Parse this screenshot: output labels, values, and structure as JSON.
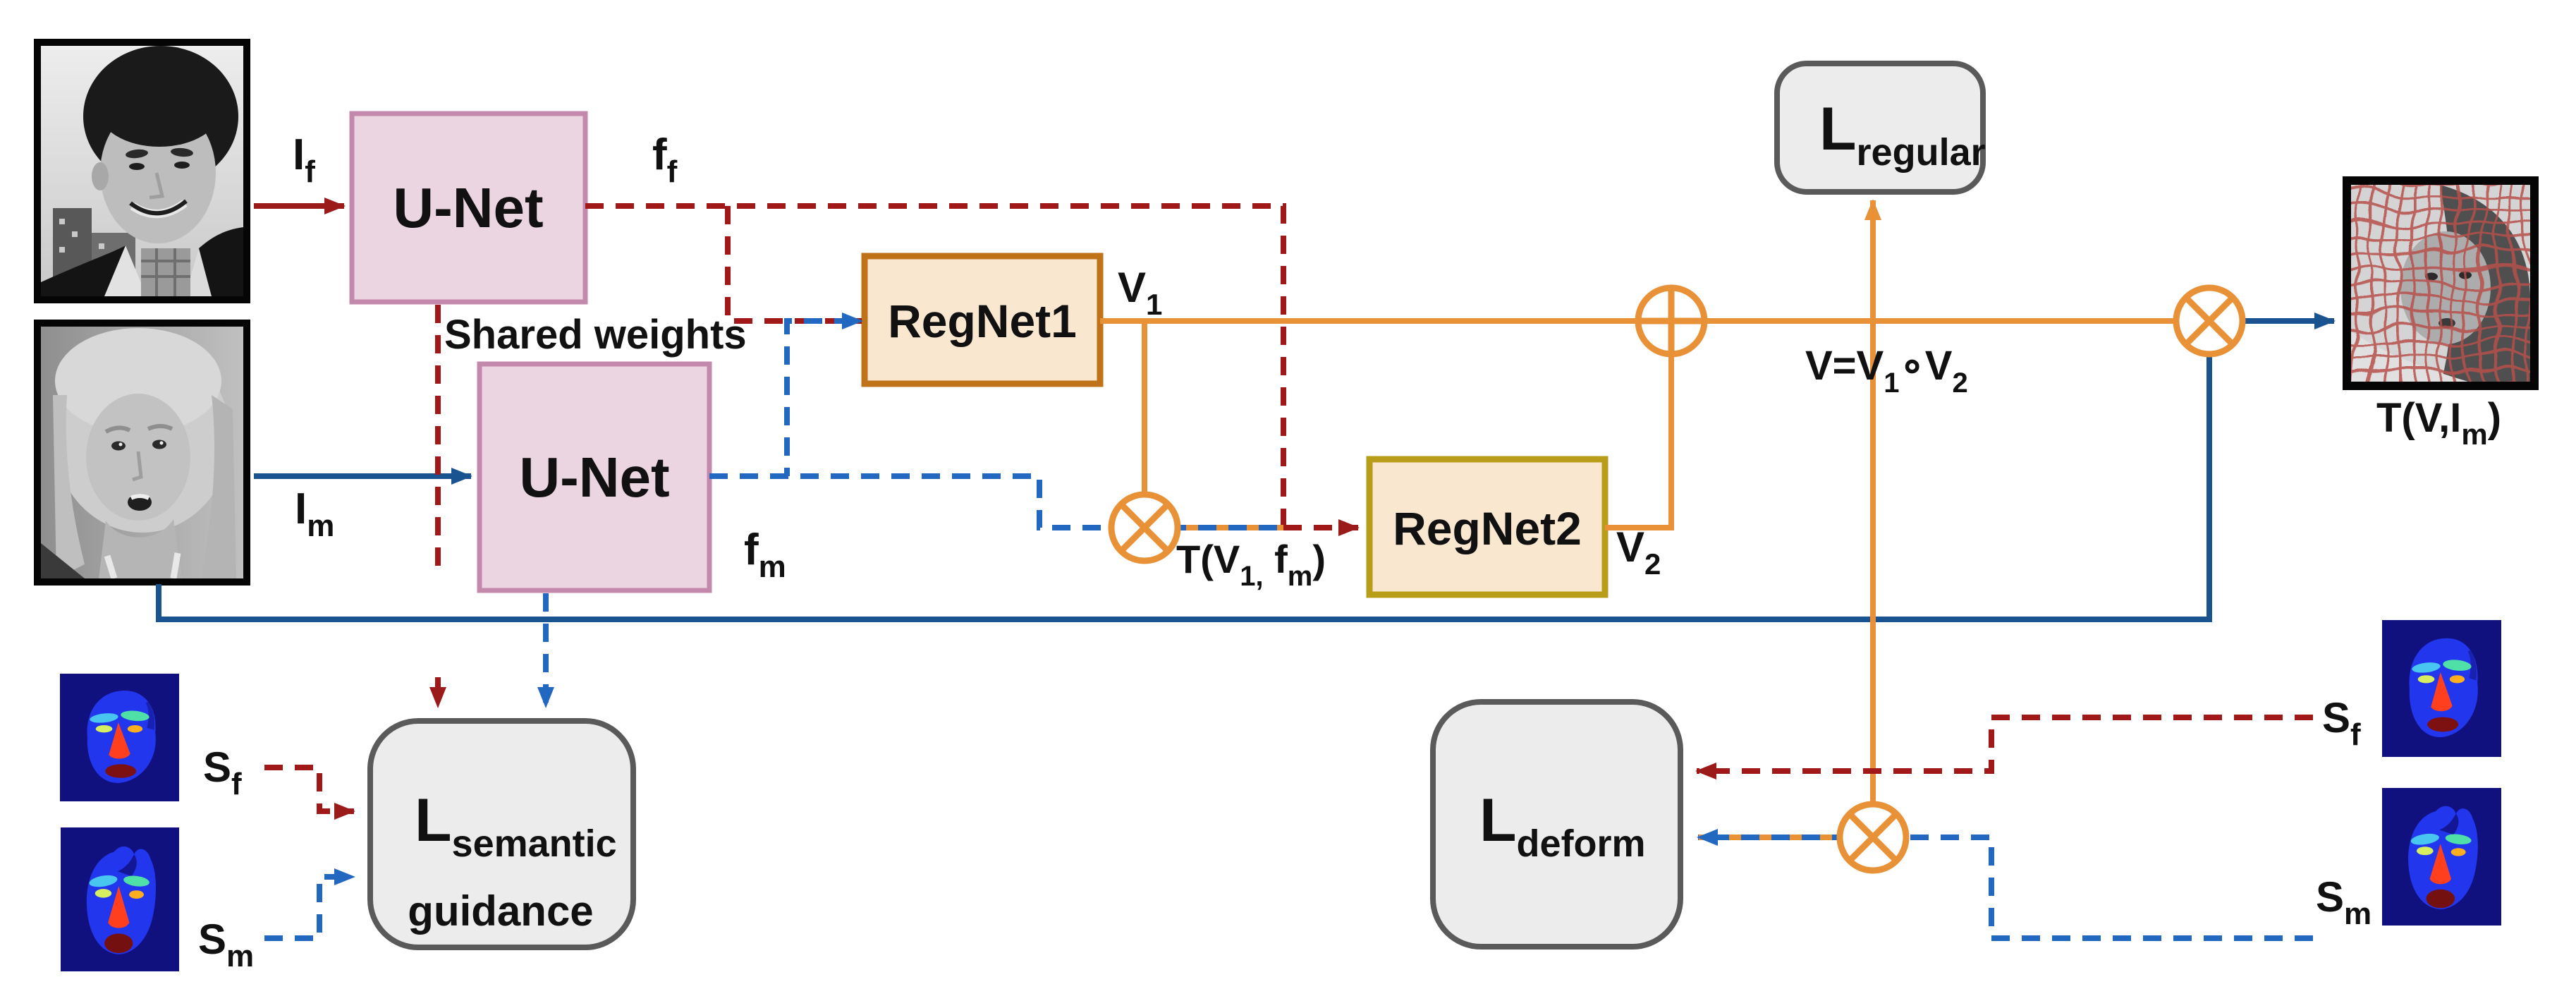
{
  "nodes": {
    "unet_top": {
      "label": "U-Net"
    },
    "unet_bottom": {
      "label": "U-Net"
    },
    "regnet1": {
      "label": "RegNet1"
    },
    "regnet2": {
      "label": "RegNet2"
    },
    "loss_regular": {
      "main": "L",
      "sub": "regular"
    },
    "loss_semantic": {
      "main": "L",
      "sub": "semantic",
      "note": "guidance"
    },
    "loss_deform": {
      "main": "L",
      "sub": "deform"
    }
  },
  "labels": {
    "input_fixed": {
      "main": "I",
      "sub": "f"
    },
    "input_moving": {
      "main": "I",
      "sub": "m"
    },
    "feat_fixed": {
      "main": "f",
      "sub": "f"
    },
    "feat_moving": {
      "main": "f",
      "sub": "m"
    },
    "shared_weights": "Shared weights",
    "v1": {
      "main": "V",
      "sub": "1"
    },
    "v2": {
      "main": "V",
      "sub": "2"
    },
    "v_compose": {
      "p0": "V=V",
      "s0": "1",
      "p1": "∘V",
      "s1": "2"
    },
    "warped_feat": {
      "p0": "T(V",
      "s0": "1,",
      "p1": " f",
      "s1": "m",
      "p2": ")"
    },
    "warped_image": {
      "p0": "T(V,I",
      "s0": "m",
      "p1": ")"
    },
    "seg_fixed": {
      "main": "S",
      "sub": "f"
    },
    "seg_moving": {
      "main": "S",
      "sub": "m"
    }
  },
  "colors": {
    "fixed_path_red": "#9B1B1B",
    "fixed_dash_red": "#A01818",
    "moving_solid_blue": "#1A5490",
    "moving_dash_blue": "#2368C0",
    "field_orange": "#E89137",
    "unet_fill": "#EBD5E1",
    "unet_border": "#C488AC",
    "regnet_fill": "#FAE7CF",
    "regnet1_border": "#BF7218",
    "regnet2_border": "#B89D18",
    "loss_fill": "#ECECEC",
    "loss_border": "#5A5A5A",
    "shared_weights_text": "#D4502E",
    "guidance_text": "#E2826F",
    "seg_background": "#10107E",
    "seg_face_blue": "#2236EE",
    "warp_grid_red": "#B6504A"
  }
}
